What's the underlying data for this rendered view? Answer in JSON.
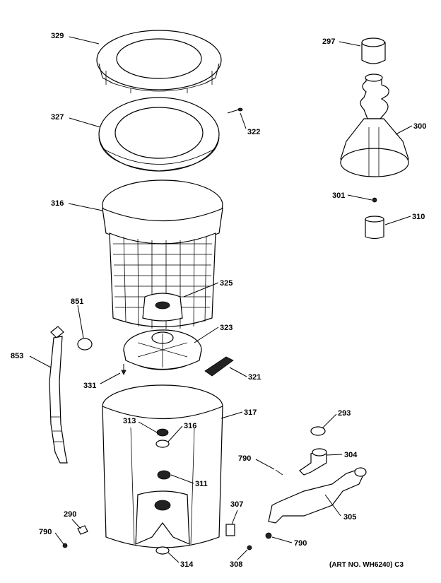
{
  "diagram": {
    "art_number": "(ART NO. WH6240) C3",
    "labels": {
      "p329": "329",
      "p327": "327",
      "p322": "322",
      "p316a": "316",
      "p325": "325",
      "p851": "851",
      "p853": "853",
      "p323": "323",
      "p321": "321",
      "p331": "331",
      "p317": "317",
      "p313": "313",
      "p316b": "316",
      "p311": "311",
      "p290": "290",
      "p790a": "790",
      "p314": "314",
      "p307": "307",
      "p308": "308",
      "p790b": "790",
      "p790c": "790",
      "p305": "305",
      "p304": "304",
      "p293": "293",
      "p297": "297",
      "p300": "300",
      "p301": "301",
      "p310": "310"
    }
  }
}
